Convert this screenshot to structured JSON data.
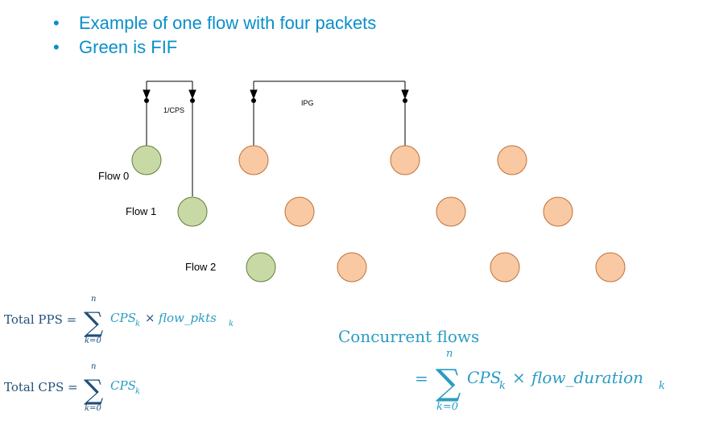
{
  "bullets": [
    "Example of one flow with four packets",
    "Green is FIF"
  ],
  "labels": {
    "cps": "1/CPS",
    "ipg": "IPG",
    "flow0": "Flow 0",
    "flow1": "Flow 1",
    "flow2": "Flow 2"
  },
  "formulas": {
    "total_pps_lhs": "Total PPS =",
    "total_cps_lhs": "Total CPS =",
    "concurrent_title": "Concurrent flows",
    "sum_top": "n",
    "sum_bottom": "k=0",
    "cps_term": "CPS",
    "sub_k": "k",
    "times": "×",
    "flow_pkts": "flow_pkts",
    "flow_duration": "flow_duration",
    "equals": "="
  },
  "colors": {
    "green_fill": "#c9d9a6",
    "green_stroke": "#5f7f3a",
    "orange_fill": "#f8c9a3",
    "orange_stroke": "#c0703a",
    "text_blue": "#0a8fc9",
    "formula_dark": "#1f4f78",
    "formula_teal": "#2a9cc4"
  }
}
